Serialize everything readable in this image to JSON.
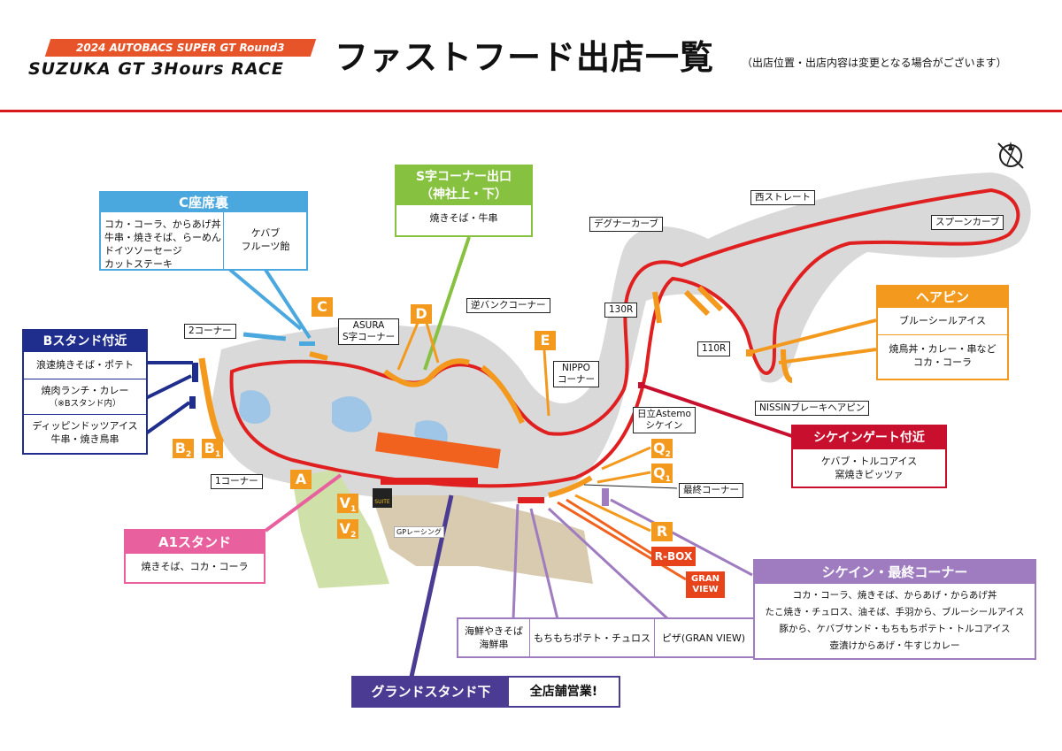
{
  "header": {
    "logo_line1": "2024 AUTOBACS SUPER GT Round3",
    "logo_line2": "SUZUKA GT 3Hours RACE",
    "title": "ファストフード出店一覧",
    "note": "（出店位置・出店内容は変更となる場合がございます）"
  },
  "colors": {
    "accent_red": "#d7191b",
    "orange": "#f39a1e",
    "blue_light": "#4aa8de",
    "navy": "#1f2d8c",
    "green": "#86c13f",
    "pink": "#e8609d",
    "purple": "#9f7cc0",
    "grand_purple": "#4b3b92",
    "shicane_red": "#c8102e"
  },
  "boxes": {
    "c_seat": {
      "title": "C座席裏",
      "left": "コカ・コーラ、からあげ丼\n牛串・焼きそば、らーめん\nドイツソーセージ\nカットステーキ",
      "right": "ケバブ\nフルーツ飴"
    },
    "s_corner": {
      "title": "S字コーナー出口\n（神社上・下）",
      "items": "焼きそば・牛串"
    },
    "b_stand": {
      "title": "Bスタンド付近",
      "row1": "浪速焼きそば・ポテト",
      "row2": "焼肉ランチ・カレー",
      "row2_note": "（※Bスタンド内）",
      "row3": "ディッピンドッツアイス\n牛串・焼き鳥串"
    },
    "hairpin": {
      "title": "ヘアピン",
      "row1": "ブルーシールアイス",
      "row2": "焼鳥丼・カレー・串など\nコカ・コーラ"
    },
    "shicane_gate": {
      "title": "シケインゲート付近",
      "items": "ケバブ・トルコアイス\n窯焼きピッツァ"
    },
    "a1_stand": {
      "title": "A1スタンド",
      "items": "焼きそば、コカ・コーラ"
    },
    "shicane_last": {
      "title": "シケイン・最終コーナー",
      "items": "コカ・コーラ、焼きそば、からあげ・からあげ丼\nたこ焼き・チュロス、油そば、手羽から、ブルーシールアイス\n豚から、ケバブサンド・もちもちポテト・トルコアイス\n壺漬けからあげ・牛すじカレー"
    },
    "grand_items": {
      "c1": "海鮮やきそば\n海鮮串",
      "c2": "もちもちポテト・チュロス",
      "c3": "ピザ(GRAN VIEW)"
    },
    "grand_stand": {
      "title": "グランドスタンド下",
      "items": "全店舗営業!"
    }
  },
  "corners": {
    "corner1": "1コーナー",
    "corner2": "2コーナー",
    "asura": "ASURA\nS字コーナー",
    "gyaku_bank": "逆バンクコーナー",
    "degner": "デグナーカーブ",
    "r130": "130R",
    "nishi": "西ストレート",
    "spoon": "スプーンカーブ",
    "r110": "110R",
    "nissin": "NISSINブレーキヘアピン",
    "nippo": "NIPPO\nコーナー",
    "hitachi": "日立Astemo\nシケイン",
    "last": "最終コーナー",
    "gp_sign": "GPレーシング",
    "suite": "SUITE"
  },
  "badges": {
    "c": "C",
    "d": "D",
    "e": "E",
    "a": "A",
    "b2": "B",
    "b2_sub": "2",
    "b1": "B",
    "b1_sub": "1",
    "v1": "V",
    "v1_sub": "1",
    "v2": "V",
    "v2_sub": "2",
    "q2": "Q",
    "q2_sub": "2",
    "q1": "Q",
    "q1_sub": "1",
    "r": "R",
    "rbox": "R-BOX",
    "granview": "GRAN\nVIEW"
  }
}
